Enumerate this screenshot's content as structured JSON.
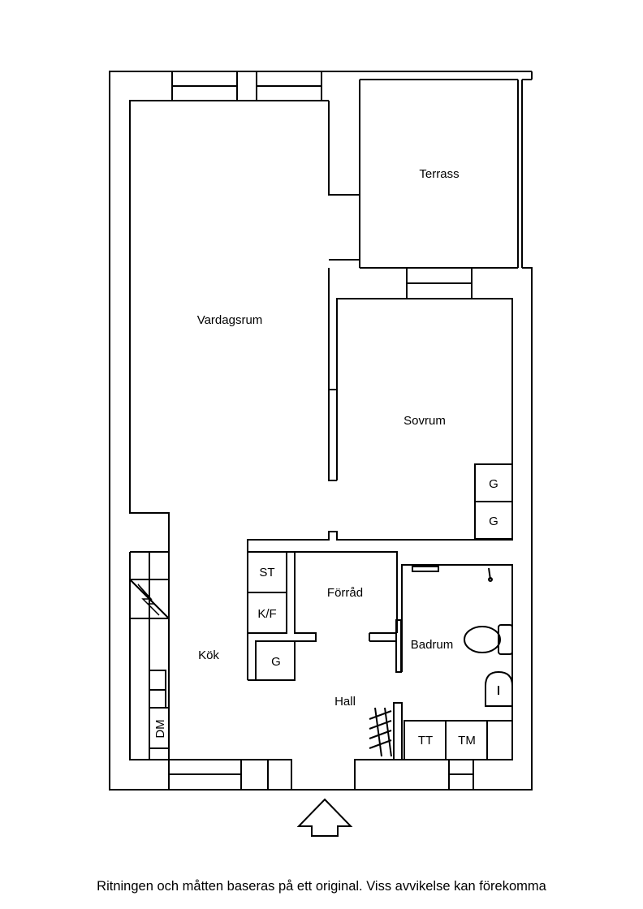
{
  "rooms": {
    "terrace": "Terrass",
    "living_room": "Vardagsrum",
    "bedroom": "Sovrum",
    "storage": "Förråd",
    "bathroom": "Badrum",
    "kitchen": "Kök",
    "hall": "Hall"
  },
  "fixtures": {
    "wardrobe_top": "G",
    "wardrobe_bottom": "G",
    "st": "ST",
    "fridge_freezer": "K/F",
    "hall_wardrobe": "G",
    "dishwasher": "DM",
    "tumble_dryer": "TT",
    "washing_machine": "TM"
  },
  "entrance_arrow": "entrance-arrow-icon",
  "disclaimer": "Ritningen och måtten baseras på ett original. Viss avvikelse kan förekomma"
}
